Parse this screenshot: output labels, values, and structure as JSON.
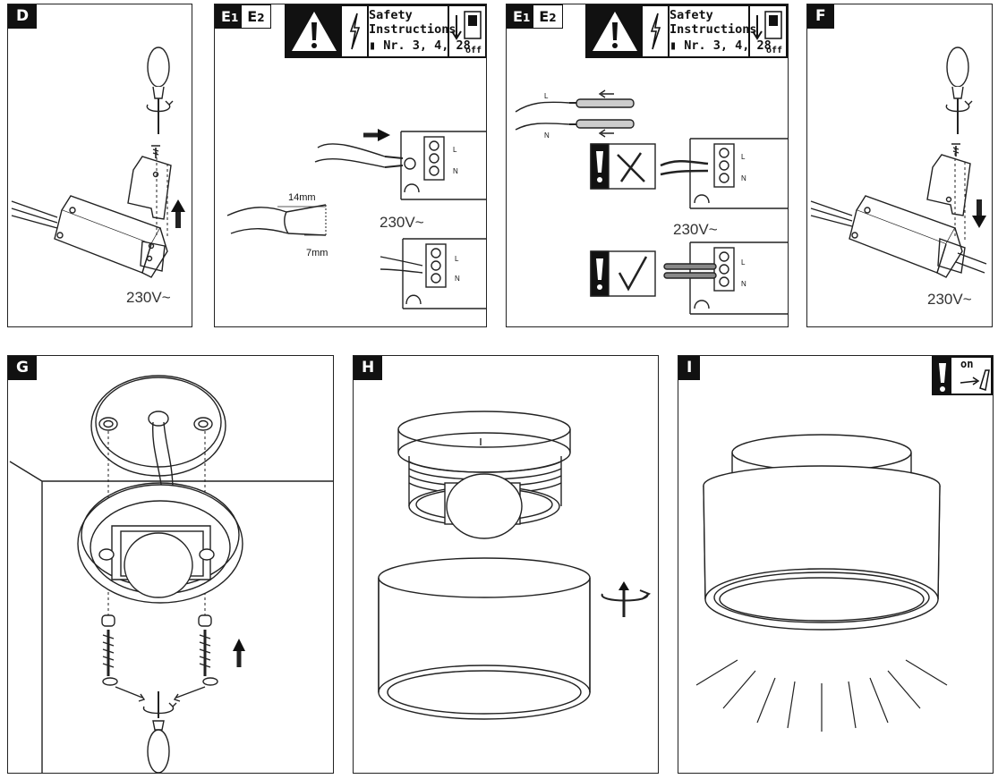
{
  "panels": {
    "d": {
      "tag": "D",
      "voltage": "230V~"
    },
    "e_left": {
      "tag_a": "E",
      "tag_a_sub": "1",
      "tag_b": "E",
      "tag_b_sub": "2",
      "safety_line1": "Safety",
      "safety_line2": "Instructions",
      "safety_refs": "Nr. 3, 4, 28",
      "switch_label": "off",
      "strip_long": "14mm",
      "strip_short": "7mm",
      "terminal_l": "L",
      "terminal_n": "N",
      "voltage": "230V~"
    },
    "e_right": {
      "tag_a": "E",
      "tag_a_sub": "1",
      "tag_b": "E",
      "tag_b_sub": "2",
      "safety_line1": "Safety",
      "safety_line2": "Instructions",
      "safety_refs": "Nr. 3, 4, 28",
      "switch_label": "off",
      "wire_l": "L",
      "wire_n": "N",
      "terminal_l": "L",
      "terminal_n": "N",
      "voltage": "230V~"
    },
    "f": {
      "tag": "F",
      "voltage": "230V~"
    },
    "g": {
      "tag": "G"
    },
    "h": {
      "tag": "H"
    },
    "i": {
      "tag": "I",
      "switch_label": "on"
    }
  },
  "colors": {
    "ink": "#111111",
    "line": "#333333",
    "paper": "#ffffff"
  }
}
